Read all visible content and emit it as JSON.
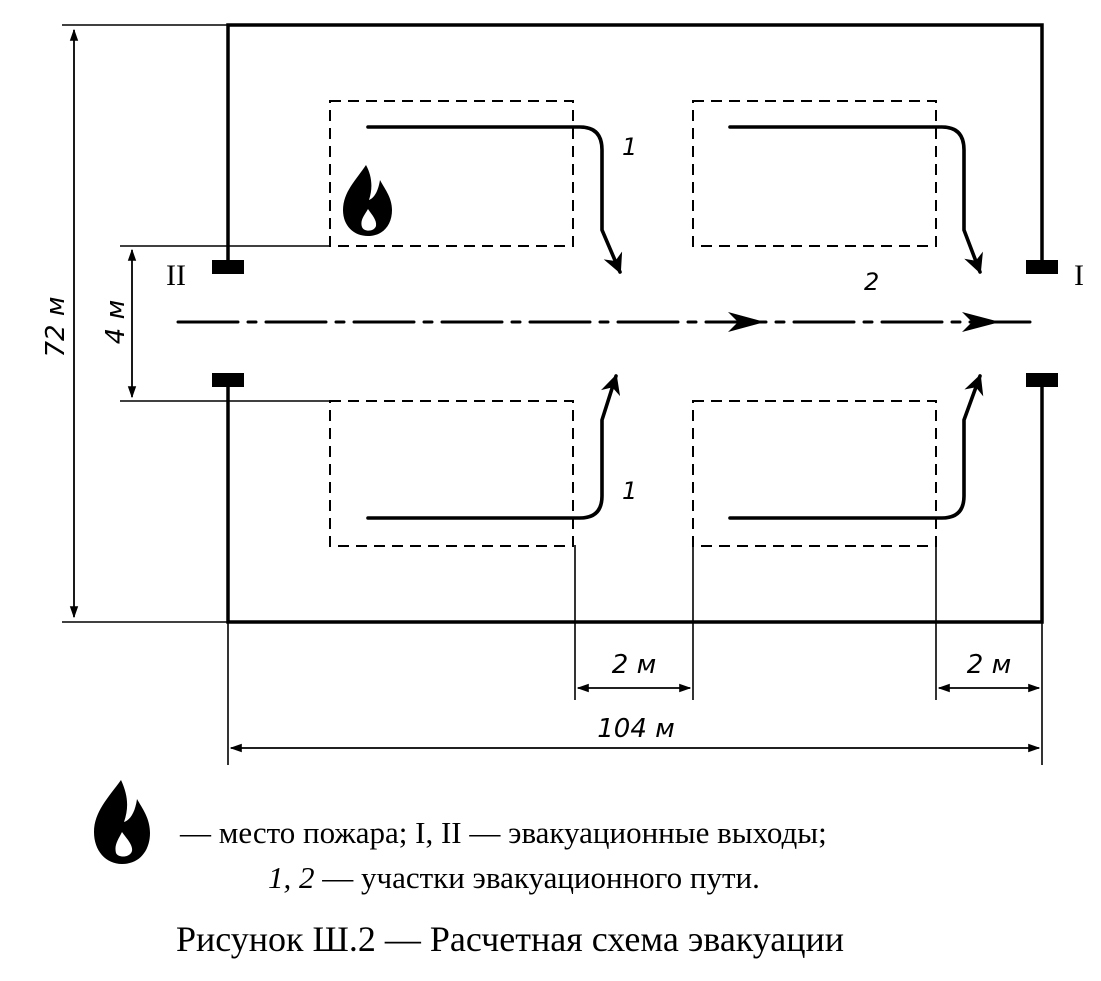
{
  "diagram": {
    "dimensions": {
      "height_total": "72 м",
      "corridor_width": "4 м",
      "gap_mid": "2 м",
      "gap_right": "2 м",
      "length_total": "104 м"
    },
    "exits": {
      "left": "II",
      "right": "I"
    },
    "routes": {
      "upper_left": "1",
      "lower_left": "1",
      "corridor": "2"
    },
    "fire_icon": "fire-icon"
  },
  "legend": {
    "line1": "— место пожара; I, II — эвакуационные выходы;",
    "line2_italic": "1, 2",
    "line2_rest": " — участки эвакуационного пути."
  },
  "caption": "Рисунок Ш.2 — Расчетная схема эвакуации"
}
